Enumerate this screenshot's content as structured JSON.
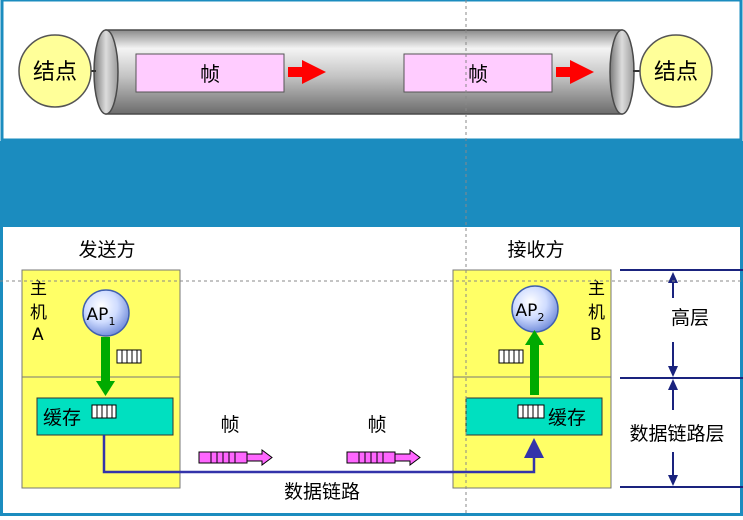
{
  "top_link": {
    "node_left": "结点",
    "node_right": "结点",
    "frame_left": "帧",
    "frame_right": "帧"
  },
  "bottom": {
    "sender_title": "发送方",
    "receiver_title": "接收方",
    "host_a": {
      "line1": "主",
      "line2": "机",
      "line3": "A"
    },
    "host_b": {
      "line1": "主",
      "line2": "机",
      "line3": "B"
    },
    "ap1": {
      "main": "AP",
      "sub": "1"
    },
    "ap2": {
      "main": "AP",
      "sub": "2"
    },
    "cache_a": "缓存",
    "cache_b": "缓存",
    "frame_mid_1": "帧",
    "frame_mid_2": "帧",
    "link_label": "数据链路",
    "layer_high": "高层",
    "layer_dll": "数据链路层"
  },
  "colors": {
    "border_blue": "#1b8cbf",
    "band_blue": "#1b8cbf",
    "node_fill": "#ffff99",
    "frame_fill": "#ffccff",
    "arrow_red": "#ff0000",
    "host_fill": "#ffff66",
    "cache_fill": "#00e0c0",
    "ap_fill": "#c8d8ff",
    "up_down_green": "#00aa00",
    "link_line": "#3333cc"
  }
}
